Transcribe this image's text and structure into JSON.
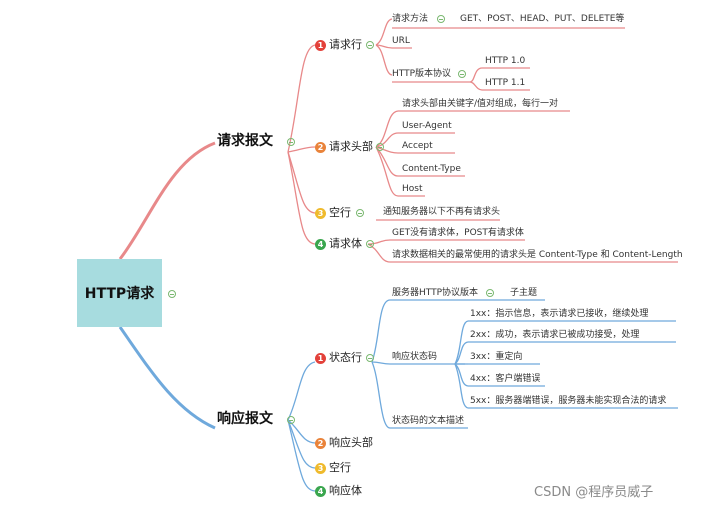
{
  "root": "HTTP请求",
  "request": {
    "label": "请求报文",
    "line": {
      "num": "1",
      "label": "请求行",
      "method_label": "请求方法",
      "methods": "GET、POST、HEAD、PUT、DELETE等",
      "url": "URL",
      "version_label": "HTTP版本协议",
      "v10": "HTTP 1.0",
      "v11": "HTTP 1.1"
    },
    "header": {
      "num": "2",
      "label": "请求头部",
      "desc": "请求头部由关键字/值对组成，每行一对",
      "items": [
        "User-Agent",
        "Accept",
        "Content-Type",
        "Host"
      ]
    },
    "blank": {
      "num": "3",
      "label": "空行",
      "desc": "通知服务器以下不再有请求头"
    },
    "body": {
      "num": "4",
      "label": "请求体",
      "note1": "GET没有请求体，POST有请求体",
      "note2": "请求数据相关的最常使用的请求头是 Content-Type 和 Content-Length"
    }
  },
  "response": {
    "label": "响应报文",
    "status": {
      "num": "1",
      "label": "状态行",
      "version": "服务器HTTP协议版本",
      "subtopic": "子主题",
      "code_label": "响应状态码",
      "codes": [
        "1xx：指示信息，表示请求已接收，继续处理",
        "2xx：成功，表示请求已被成功接受，处理",
        "3xx：重定向",
        "4xx：客户端错误",
        "5xx：服务器端错误，服务器未能实现合法的请求"
      ],
      "text_desc": "状态码的文本描述"
    },
    "header": {
      "num": "2",
      "label": "响应头部"
    },
    "blank": {
      "num": "3",
      "label": "空行"
    },
    "body": {
      "num": "4",
      "label": "响应体"
    }
  },
  "watermark": "CSDN @程序员威子",
  "colors": {
    "request_branch": "#e8898a",
    "response_branch": "#6fa9dc",
    "root_fill": "#a7dcdf"
  }
}
